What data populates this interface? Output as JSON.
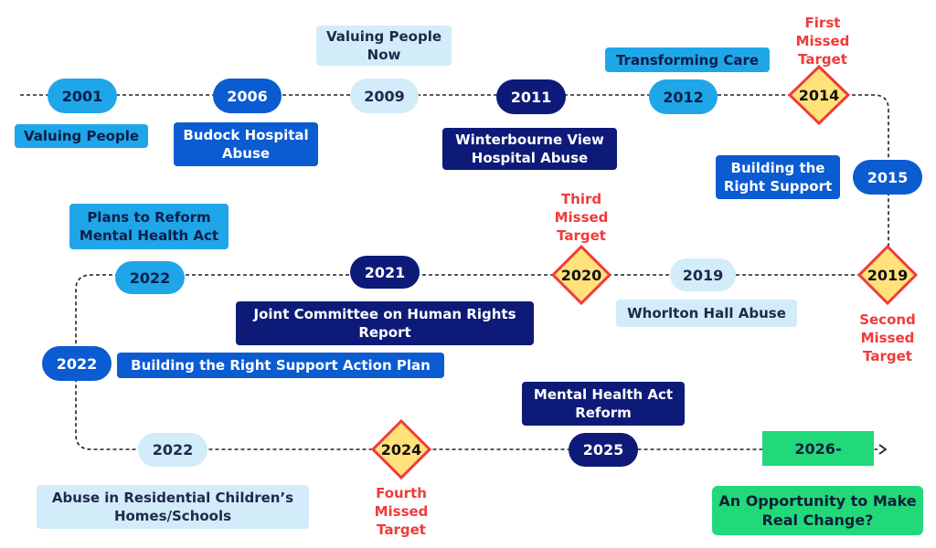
{
  "top_row": {
    "y2001": "2001",
    "y2006": "2006",
    "y2009": "2009",
    "y2011": "2011",
    "y2012": "2012",
    "y2014": "2014",
    "valuing_people": "Valuing People",
    "budock": "Budock Hospital Abuse",
    "valuing_now": "Valuing People Now",
    "winterbourne": "Winterbourne View Hospital Abuse",
    "transforming": "Transforming Care",
    "first_missed": "First Missed Target"
  },
  "right_side": {
    "y2015": "2015",
    "btrs": "Building the Right Support"
  },
  "middle_row": {
    "y2019a": "2019",
    "y2019b": "2019",
    "y2020": "2020",
    "y2021": "2021",
    "y2022": "2022",
    "second_missed": "Second Missed Target",
    "whorlton": "Whorlton Hall Abuse",
    "third_missed": "Third Missed Target",
    "joint_committee": "Joint Committee on Human Rights Report",
    "plans_reform": "Plans to Reform Mental Health Act"
  },
  "left_side": {
    "y2022": "2022",
    "btrs_plan": "Building the Right Support Action Plan"
  },
  "bottom_row": {
    "y2022": "2022",
    "y2024": "2024",
    "y2025": "2025",
    "y2026": "2026-",
    "abuse_homes": "Abuse in Residential Children’s Homes/Schools",
    "fourth_missed": "Fourth Missed Target",
    "mha_reform": "Mental Health Act Reform",
    "opportunity": "An Opportunity to Make Real Change?"
  },
  "colors": {
    "light": "#d2ecf9",
    "sky": "#1fa6e8",
    "blue": "#0b5bd1",
    "navy": "#0d1a78",
    "diamond": "#ffe27a",
    "diamond_border": "#ef3b3b",
    "green": "#22d97a",
    "missed_text": "#ef3b3b"
  }
}
